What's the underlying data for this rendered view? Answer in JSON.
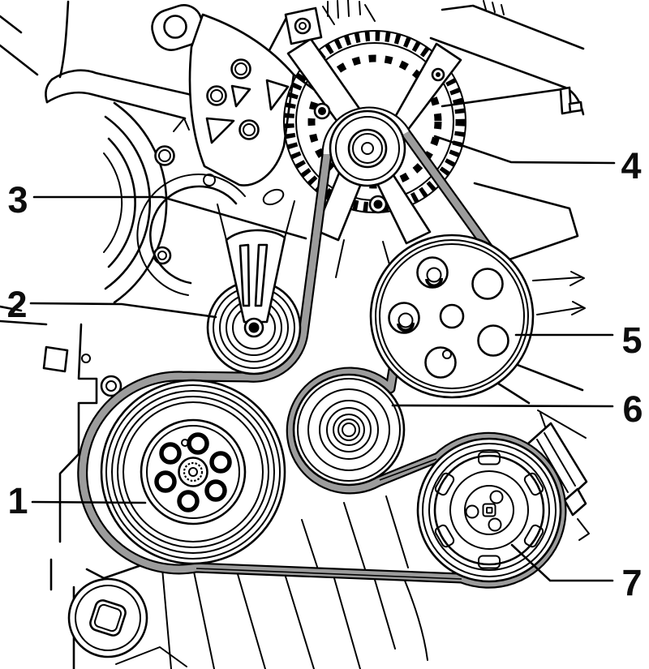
{
  "figure": {
    "kind": "belt-routing-line-diagram",
    "callouts": [
      "1",
      "2",
      "3",
      "4",
      "5",
      "6",
      "7"
    ]
  },
  "colors": {
    "line": "#000000",
    "belt": "#9c9c9c",
    "bg": "#ffffff",
    "label": "#0d0d0d"
  }
}
